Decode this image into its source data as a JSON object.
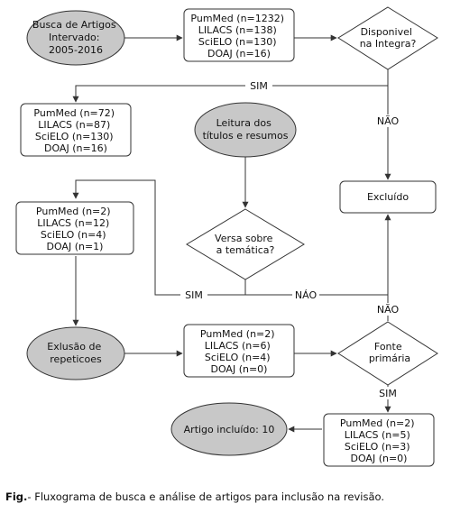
{
  "nodes": {
    "start": [
      "Busca de Artigos",
      "Intervado:",
      "2005-2016"
    ],
    "box_initial": [
      "PumMed (n=1232)",
      "LILACS (n=138)",
      "SciELO (n=130)",
      "DOAJ (n=16)"
    ],
    "decision_integra": [
      "Disponivel",
      "na Integra?"
    ],
    "box_after_integra": [
      "PumMed (n=72)",
      "LILACS (n=87)",
      "SciELO (n=130)",
      "DOAJ (n=16)"
    ],
    "leitura": [
      "Leitura dos",
      "títulos e resumos"
    ],
    "excluido": [
      "Excluído"
    ],
    "box_after_tematica": [
      "PumMed (n=2)",
      "LILACS (n=12)",
      "SciELO (n=4)",
      "DOAJ (n=1)"
    ],
    "decision_tematica": [
      "Versa sobre",
      "a temática?"
    ],
    "exclusao": [
      "Exlusão de",
      "repeticoes"
    ],
    "box_after_exclusao": [
      "PumMed (n=2)",
      "LILACS (n=6)",
      "SciELO (n=4)",
      "DOAJ (n=0)"
    ],
    "decision_fonte": [
      "Fonte",
      "primária"
    ],
    "incluido": [
      "Artigo incluído: 10"
    ],
    "box_final": [
      "PumMed (n=2)",
      "LILACS (n=5)",
      "SciELO (n=3)",
      "DOAJ (n=0)"
    ]
  },
  "labels": {
    "sim_1": "SIM",
    "nao_1": "NÃO",
    "sim_2": "SIM",
    "nao_2": "NÁO",
    "nao_3": "NÃO",
    "sim_3": "SIM"
  },
  "caption": {
    "prefix": "Fig.",
    "text": "- Fluxograma de busca e análise de artigos para inclusão na revisão."
  },
  "colors": {
    "ellipse_fill": "#c8c8c8",
    "stroke": "#333333",
    "background": "#ffffff"
  }
}
